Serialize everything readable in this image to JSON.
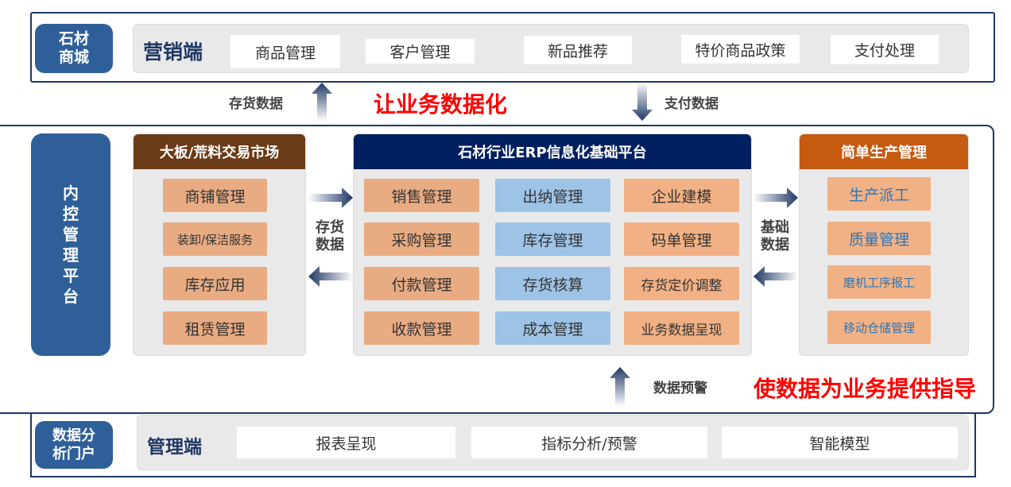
{
  "top": {
    "label": "石材商城",
    "title": "营销端",
    "items": [
      "商品管理",
      "客户管理",
      "新品推荐",
      "特价商品政策",
      "支付处理"
    ]
  },
  "flow": {
    "up_label": "存货数据",
    "down_label": "支付数据",
    "slogan1": "让业务数据化",
    "warn_label": "数据预警",
    "slogan2": "使数据为业务提供指导"
  },
  "middle": {
    "label": "内控管理平台",
    "market": {
      "title": "大板/荒料交易市场",
      "items": [
        "商铺管理",
        "装卸/保洁服务",
        "库存应用",
        "租赁管理"
      ]
    },
    "left_arrow_label": "存货数据",
    "erp": {
      "title": "石材行业ERP信息化基础平台",
      "col1": [
        "销售管理",
        "采购管理",
        "付款管理",
        "收款管理"
      ],
      "col2": [
        "出纳管理",
        "库存管理",
        "存货核算",
        "成本管理"
      ],
      "col3": [
        "企业建模",
        "码单管理",
        "存货定价调整",
        "业务数据呈现"
      ]
    },
    "right_arrow_label": "基础数据",
    "production": {
      "title": "简单生产管理",
      "items": [
        "生产派工",
        "质量管理",
        "磨机工序报工",
        "移动仓储管理"
      ]
    }
  },
  "bottom": {
    "label": "数据分析门户",
    "title": "管理端",
    "items": [
      "报表呈现",
      "指标分析/预警",
      "智能模型"
    ]
  },
  "colors": {
    "navy": "#002060",
    "brown": "#6b3a16",
    "orange": "#c55a11",
    "red": "#ff0000"
  }
}
